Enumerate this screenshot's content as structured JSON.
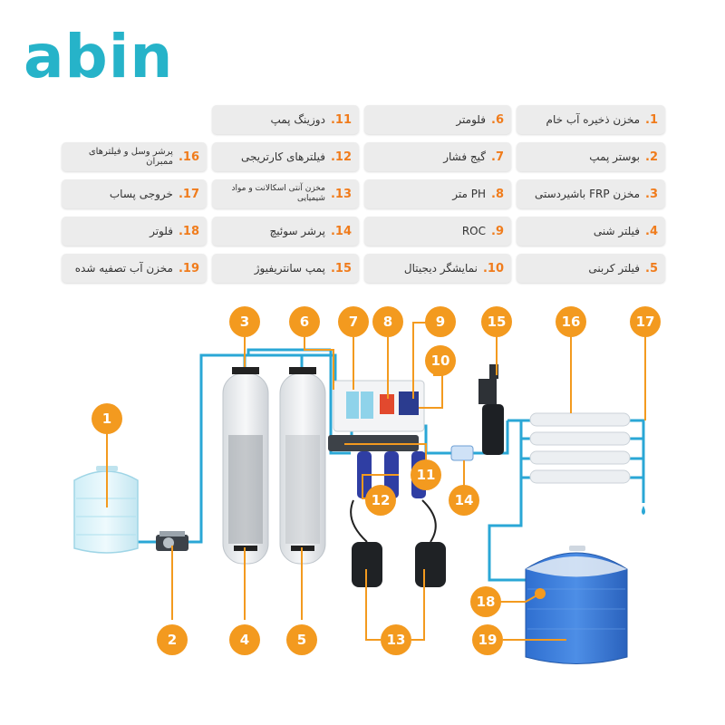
{
  "brand": {
    "logo_text": "abin",
    "accent": "#26b3c9",
    "badge_color": "#f39a1f",
    "pipe_color": "#2aa7d6"
  },
  "legend": [
    {
      "num": "1.",
      "text": "مخزن ذخیره آب خام"
    },
    {
      "num": "2.",
      "text": "بوستر پمپ"
    },
    {
      "num": "3.",
      "text": "مخزن FRP باشیردستی"
    },
    {
      "num": "4.",
      "text": "فیلتر شنی"
    },
    {
      "num": "5.",
      "text": "فیلتر کربنی"
    },
    {
      "num": "6.",
      "text": "فلومتر"
    },
    {
      "num": "7.",
      "text": "گیج فشار"
    },
    {
      "num": "8.",
      "text": "PH متر"
    },
    {
      "num": "9.",
      "text": "ROC"
    },
    {
      "num": "10.",
      "text": "نمایشگر دیجیتال"
    },
    {
      "num": "11.",
      "text": "دوزینگ پمپ"
    },
    {
      "num": "12.",
      "text": "فیلترهای کارتریجی"
    },
    {
      "num": "13.",
      "text": "مخزن آنتی اسکالانت و مواد شیمیایی"
    },
    {
      "num": "14.",
      "text": "پرشر سوئیچ"
    },
    {
      "num": "15.",
      "text": "پمپ سانتریفیوژ"
    },
    {
      "num": "16.",
      "text": "پرشر وسل و فیلترهای ممبران"
    },
    {
      "num": "17.",
      "text": "خروجی پساب"
    },
    {
      "num": "18.",
      "text": "فلوتر"
    },
    {
      "num": "19.",
      "text": "مخزن آب تصفیه شده"
    }
  ],
  "badges": [
    "1",
    "2",
    "3",
    "4",
    "5",
    "6",
    "7",
    "8",
    "9",
    "10",
    "11",
    "12",
    "13",
    "14",
    "15",
    "16",
    "17",
    "18",
    "19"
  ]
}
